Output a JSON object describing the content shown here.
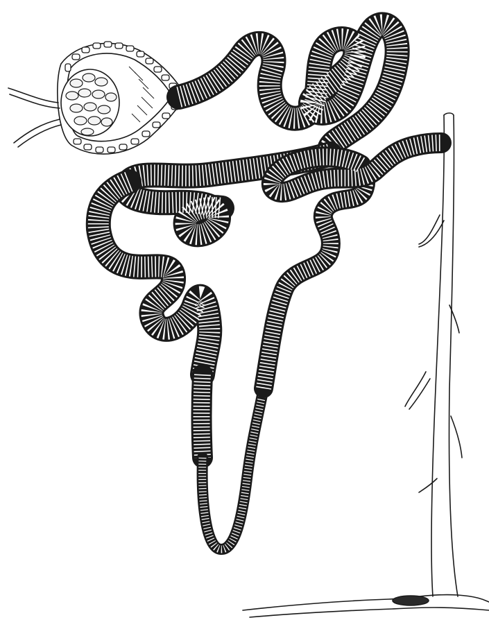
{
  "figure": {
    "background": "#ffffff",
    "ink_color": "#1a1a1a",
    "parts": [
      "afferent-arteriole",
      "efferent-arteriole",
      "glomerulus",
      "bowman-capsule",
      "proximal-convoluted-tubule",
      "loop-of-henle-descending-limb",
      "loop-of-henle-thin-segment",
      "loop-of-henle-ascending-limb",
      "distal-convoluted-tubule",
      "connecting-tubule",
      "collecting-duct",
      "papillary-duct-opening"
    ]
  }
}
